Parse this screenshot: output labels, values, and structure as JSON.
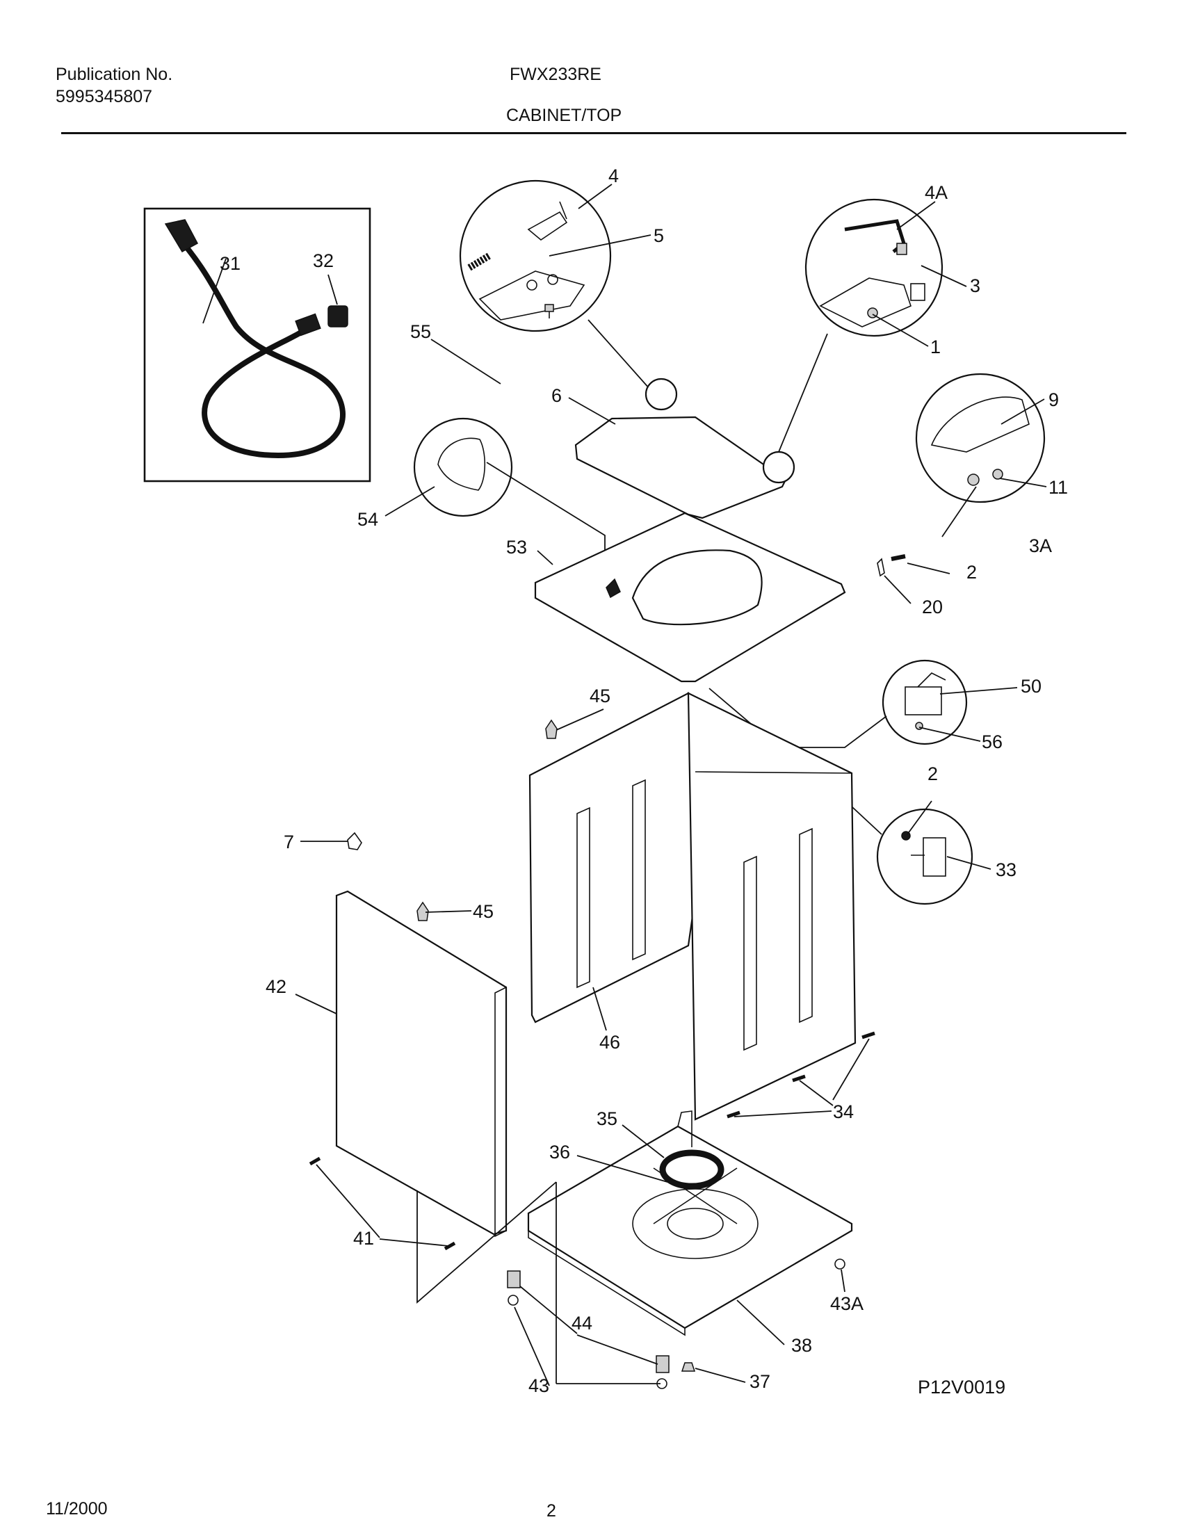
{
  "header": {
    "publication_label": "Publication No.",
    "publication_number": "5995345807",
    "model": "FWX233RE",
    "section": "CABINET/TOP"
  },
  "footer": {
    "date": "11/2000",
    "page": "2"
  },
  "diagram_code": "P12V0019",
  "callouts": [
    "4",
    "4A",
    "5",
    "3",
    "1",
    "31",
    "32",
    "55",
    "6",
    "9",
    "11",
    "3A",
    "54",
    "53",
    "2",
    "20",
    "50",
    "56",
    "45",
    "2",
    "33",
    "7",
    "45",
    "42",
    "46",
    "34",
    "35",
    "36",
    "41",
    "44",
    "43A",
    "38",
    "43",
    "37"
  ]
}
